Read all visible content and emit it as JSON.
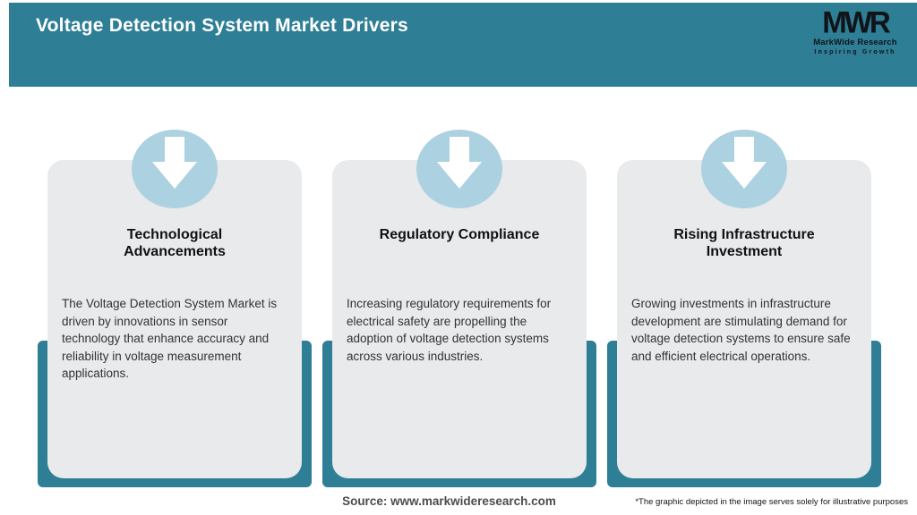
{
  "header": {
    "title": "Voltage Detection System Market Drivers",
    "logo": {
      "acronym": "MWR",
      "name": "MarkWide Research",
      "tagline": "Inspiring Growth"
    }
  },
  "cards": [
    {
      "icon": "down-arrow-icon",
      "title": "Technological Advancements",
      "body": "The Voltage Detection System Market is driven by innovations in sensor technology that enhance accuracy and reliability in voltage measurement applications."
    },
    {
      "icon": "down-arrow-icon",
      "title": "Regulatory Compliance",
      "body": "Increasing regulatory requirements for electrical safety are propelling the adoption of voltage detection systems across various industries."
    },
    {
      "icon": "down-arrow-icon",
      "title": "Rising Infrastructure Investment",
      "body": "Growing investments in infrastructure development are stimulating demand for voltage detection systems to ensure safe and efficient electrical operations."
    }
  ],
  "footer": {
    "source": "Source: www.markwideresearch.com",
    "disclaimer": "*The graphic depicted in the image serves solely for illustrative purposes"
  },
  "colors": {
    "header_teal": "#2E7E95",
    "shadow_teal": "#2E7E95",
    "icon_circle_blue": "#ACD1E0",
    "card_gray": "#E8EAEB",
    "title_text": "#FFFFFF",
    "body_text": "#333333"
  }
}
